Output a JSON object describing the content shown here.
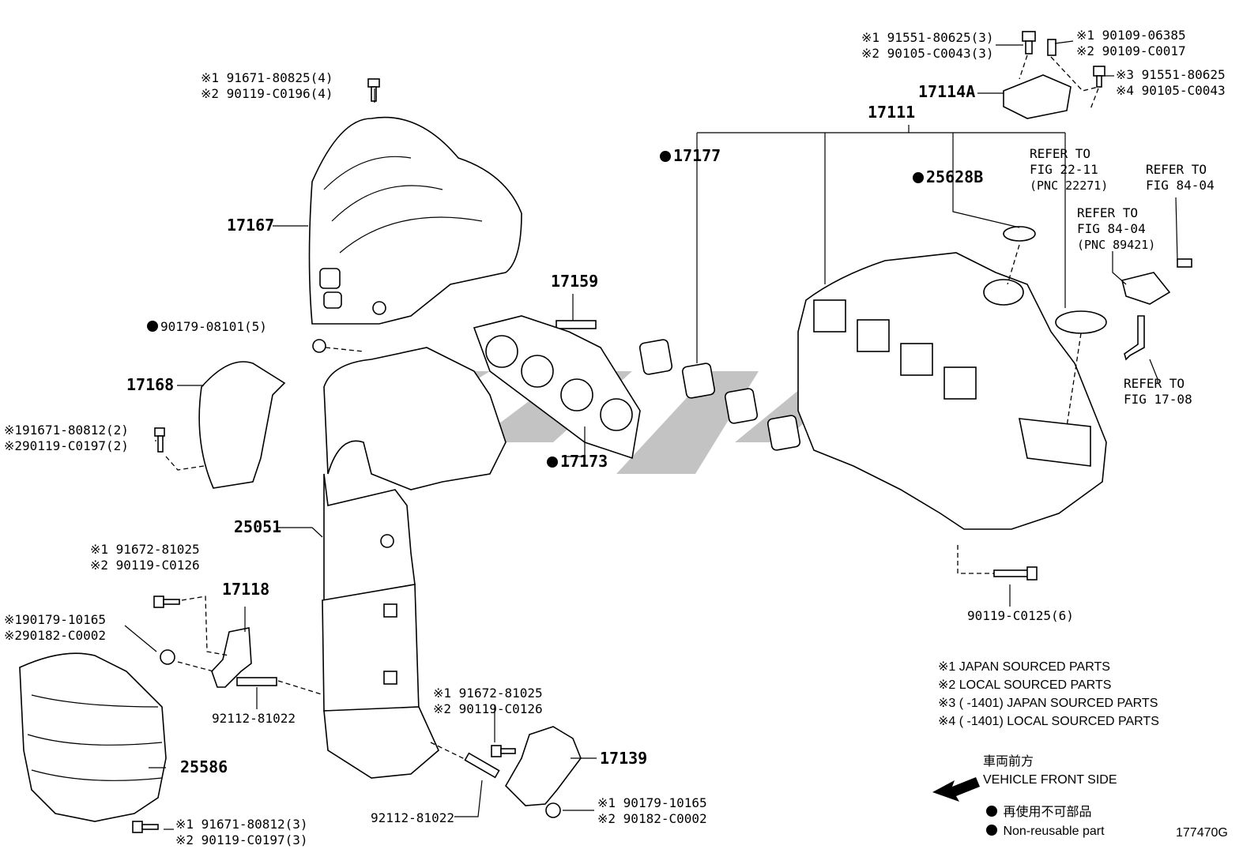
{
  "callouts": {
    "p17167": "17167",
    "p17168": "17168",
    "p17159": "17159",
    "p17173": "17173",
    "p17177": "17177",
    "p17111": "17111",
    "p17114A": "17114A",
    "p25628B": "25628B",
    "p25051": "25051",
    "p17118": "17118",
    "p92112a": "92112-81022",
    "p92112b": "92112-81022",
    "p25586": "25586",
    "p17139": "17139",
    "p90179_081": "90179-08101(5)",
    "p90119_c0125": "90119-C0125(6)"
  },
  "fasteners": {
    "top_heat_bolt": [
      "※1 91671-80825(4)",
      "※2 90119-C0196(4)"
    ],
    "f17168_bolt": [
      "※191671-80812(2)",
      "※290119-C0197(2)"
    ],
    "f17118_bolt": [
      "※1 91672-81025",
      "※2 90119-C0126"
    ],
    "f17118_nut": [
      "※190179-10165",
      "※290182-C0002"
    ],
    "f17139_bolt": [
      "※1 91672-81025",
      "※2 90119-C0126"
    ],
    "f17139_nut": [
      "※1 90179-10165",
      "※2 90182-C0002"
    ],
    "f25586_bolt": [
      "※1 91671-80812(3)",
      "※2 90119-C0197(3)"
    ],
    "top_right_a": [
      "※1 91551-80625(3)",
      "※2 90105-C0043(3)"
    ],
    "top_right_b": [
      "※1 90109-06385",
      "※2 90109-C0017"
    ],
    "top_right_c": [
      "※3 91551-80625",
      "※4 90105-C0043"
    ]
  },
  "refers": {
    "r1": [
      "REFER TO",
      "FIG 22-11",
      "(PNC 22271)"
    ],
    "r2": [
      "REFER TO",
      "FIG 84-04"
    ],
    "r3": [
      "REFER TO",
      "FIG 84-04",
      "(PNC 89421)"
    ],
    "r4": [
      "REFER TO",
      "FIG 17-08"
    ]
  },
  "notes": [
    "※1 JAPAN SOURCED PARTS",
    "※2 LOCAL SOURCED PARTS",
    "※3 (        -1401) JAPAN SOURCED PARTS",
    "※4 (        -1401) LOCAL SOURCED PARTS"
  ],
  "direction": {
    "jp": "車両前方",
    "en": "VEHICLE FRONT SIDE"
  },
  "legend": {
    "jp": "再使用不可部品",
    "en": "Non-reusable part"
  },
  "figure_id": "177470G"
}
